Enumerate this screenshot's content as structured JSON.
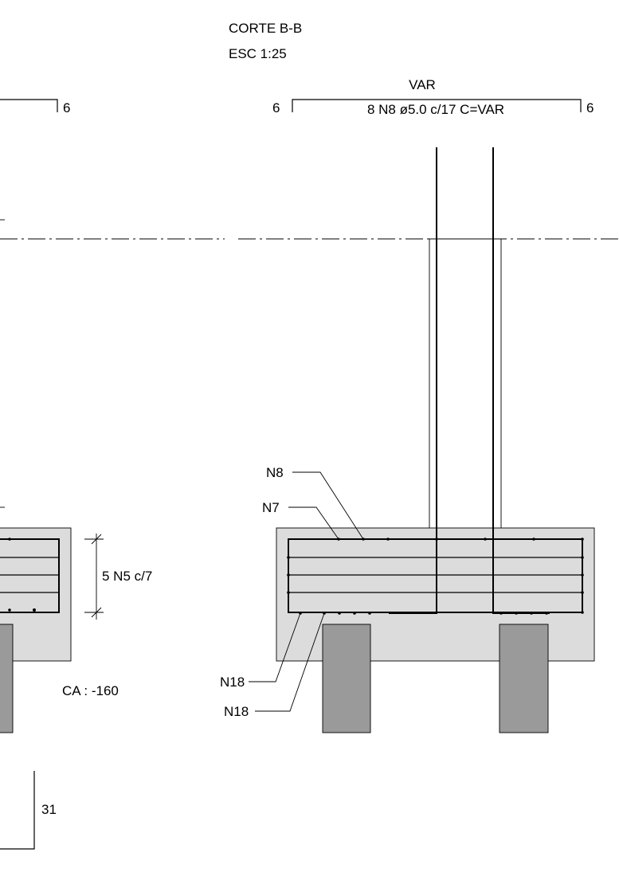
{
  "section": {
    "title": "CORTE B-B",
    "scale": "ESC 1:25"
  },
  "top_dimension": {
    "label_var": "VAR",
    "bar_spec": "8 N8 ø5.0 c/17 C=VAR",
    "hook_left": "6",
    "hook_right": "6",
    "hook_left_partial": "6"
  },
  "callouts": {
    "n8": "N8",
    "n7": "N7",
    "n18_a": "N18",
    "n18_b": "N18",
    "stirrups": "5 N5 c/7",
    "elevation": "CA : -160",
    "bottom_dim": "31"
  },
  "colors": {
    "concrete": "#dcdcdc",
    "pile": "#9a9a9a",
    "line": "#000000"
  }
}
